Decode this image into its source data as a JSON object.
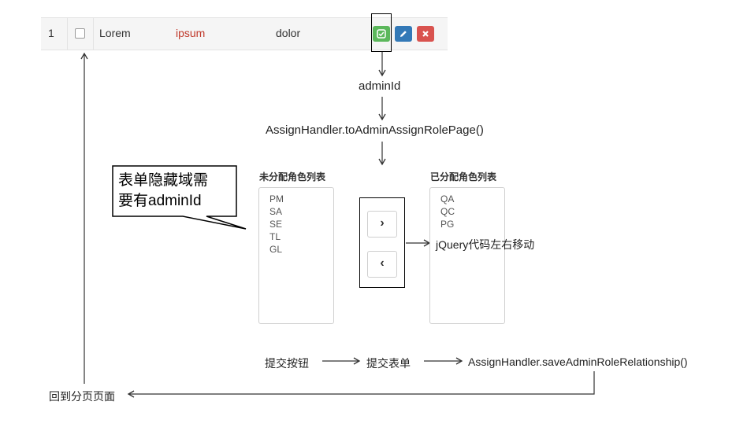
{
  "table_row": {
    "index": "1",
    "col1": "Lorem",
    "col2": "ipsum",
    "col3": "dolor",
    "icons": [
      "check-square-icon",
      "pencil-icon",
      "close-icon"
    ]
  },
  "flow": {
    "param": "adminId",
    "handler_page": "AssignHandler.toAdminAssignRolePage()",
    "callout_line1": "表单隐藏域需",
    "callout_line2": "要有adminId",
    "jquery_note": "jQuery代码左右移动",
    "submit_button": "提交按钮",
    "submit_form": "提交表单",
    "save_handler": "AssignHandler.saveAdminRoleRelationship()",
    "back_to_paging": "回到分页页面"
  },
  "unassigned": {
    "title": "未分配角色列表",
    "items": [
      "PM",
      "SA",
      "SE",
      "TL",
      "GL"
    ]
  },
  "assigned": {
    "title": "已分配角色列表",
    "items": [
      "QA",
      "QC",
      "PG"
    ]
  },
  "move_buttons": {
    "right": "›",
    "left": "‹"
  },
  "colors": {
    "green": "#5cb85c",
    "blue": "#3379b7",
    "red": "#d9534f",
    "ipsum_text": "#c0392b"
  }
}
